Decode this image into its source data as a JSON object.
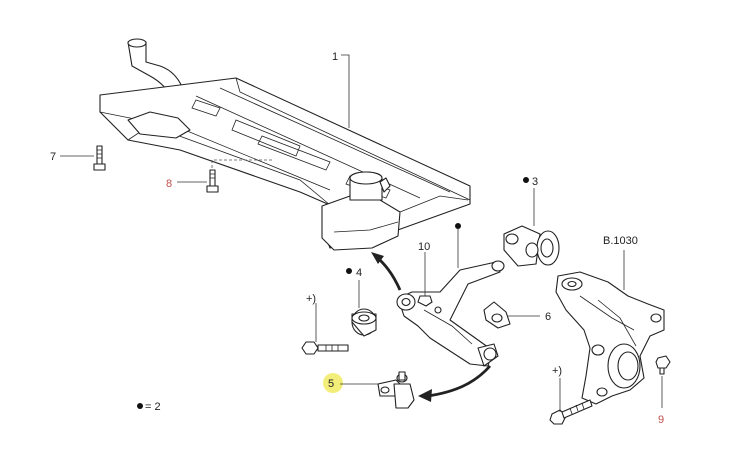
{
  "callouts": {
    "c1": "1",
    "c3": "3",
    "c4": "4",
    "c5": "5",
    "c6": "6",
    "c7": "7",
    "c8": "8",
    "c9": "9",
    "c10": "10",
    "ref": "B.1030",
    "plus_left": "+)",
    "plus_right": "+)"
  },
  "legend": {
    "text": "= 2"
  },
  "colors": {
    "line": "#222222",
    "red_label": "#c0504d",
    "highlight": "#f3ee7a"
  }
}
